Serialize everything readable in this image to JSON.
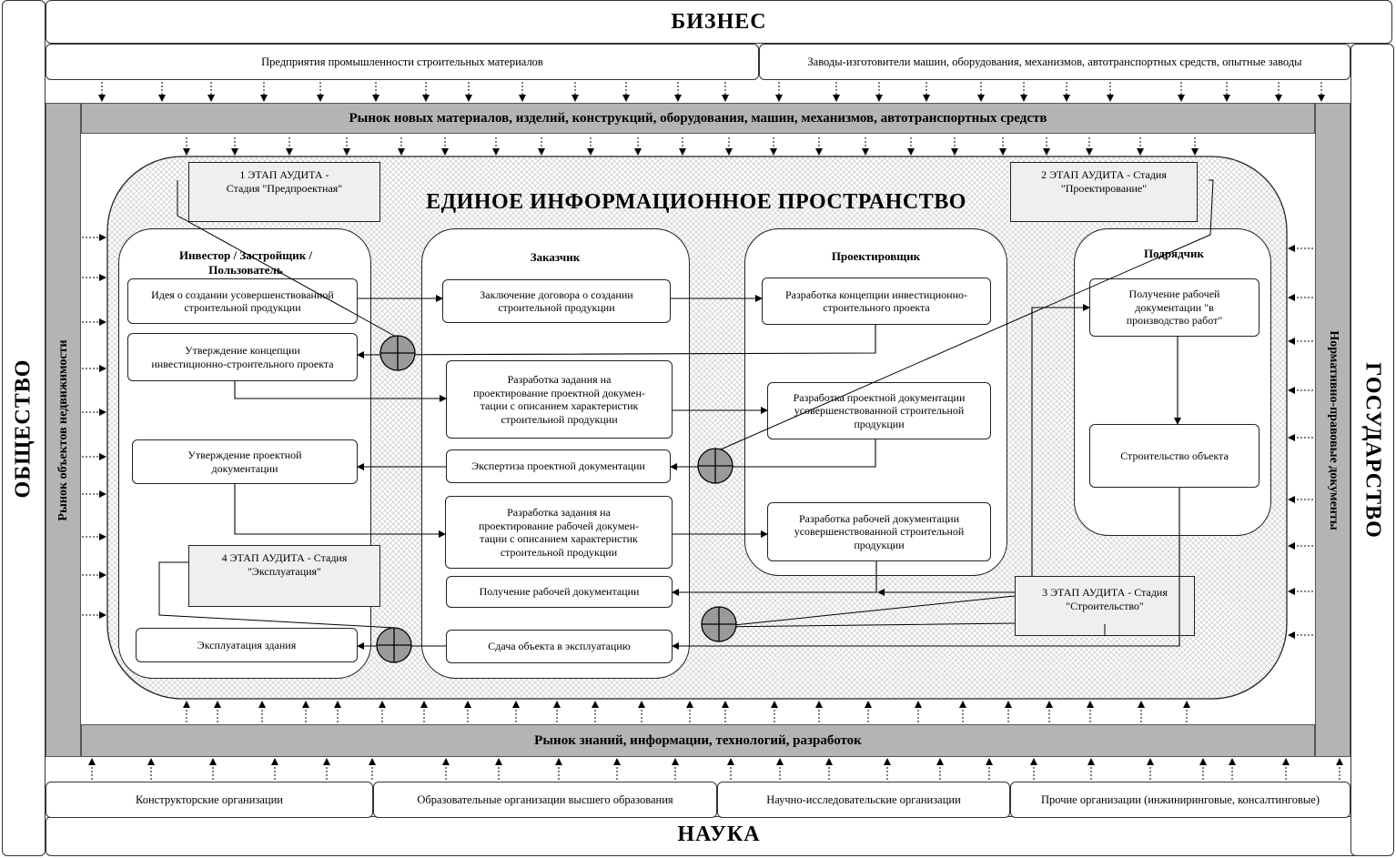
{
  "bands": {
    "top": "БИЗНЕС",
    "bottom": "НАУКА",
    "left": "ОБЩЕСТВО",
    "right": "ГОСУДАРСТВО"
  },
  "organizations": {
    "top_left": "Предприятия промышленности строительных материалов",
    "top_right": "Заводы-изготовители машин, оборудования, механизмов, автотранспортных средств, опытные заводы",
    "bottom": [
      "Конструкторские организации",
      "Образовательные организации высшего образования",
      "Научно-исследовательские организации",
      "Прочие организации (инжиниринговые, консалтинговые)"
    ]
  },
  "markets": {
    "top": "Рынок новых материалов, изделий, конструкций, оборудования, машин, механизмов, автотранспортных средств",
    "bottom": "Рынок знаний, информации, технологий, разработок",
    "left": "Рынок объектов недвижимости",
    "right": "Нормативно-правовые документы"
  },
  "space_title": "ЕДИНОЕ ИНФОРМАЦИОННОЕ ПРОСТРАНСТВО",
  "stages": {
    "s1": "1 ЭТАП АУДИТА -\nСтадия \"Предпроектная\"",
    "s2": "2 ЭТАП АУДИТА - Стадия\n\"Проектирование\"",
    "s3": "3 ЭТАП АУДИТА - Стадия\n\"Строительство\"",
    "s4": "4 ЭТАП АУДИТА - Стадия\n\"Эксплуатация\""
  },
  "columns": {
    "investor": "Инвестор / Застройщик /\nПользователь",
    "customer": "Заказчик",
    "designer": "Проектировщик",
    "contractor": "Подрядчик"
  },
  "boxes": {
    "inv_idea": "Идея о создании усовершенствованной\nстроительной продукции",
    "inv_approve_concept": "Утверждение концепции\nинвестиционно-строительного проекта",
    "inv_approve_docs": "Утверждение проектной\nдокументации",
    "inv_operation": "Эксплуатация здания",
    "cus_contract": "Заключение договора о создании\nстроительной продукции",
    "cus_task_design": "Разработка задания на\nпроектирование проектной докумен-\nтации с описанием характеристик\nстроительной продукции",
    "cus_expertise": "Экспертиза проектной документации",
    "cus_task_work": "Разработка задания на\nпроектирование рабочей докумен-\nтации с описанием характеристик\nстроительной продукции",
    "cus_receive_work": "Получение рабочей документации",
    "cus_handover": "Сдача объекта в эксплуатацию",
    "des_concept": "Разработка концепции инвестиционно-\nстроительного проекта",
    "des_project_docs": "Разработка проектной документации\nусовершенствованной строительной\nпродукции",
    "des_work_docs": "Разработка рабочей документации\nусовершенствованной строительной\nпродукции",
    "con_receive": "Получение рабочей\nдокументации  \"в\nпроизводство работ\"",
    "con_build": "Строительство объекта"
  },
  "colors": {
    "band_gray": "#b4b4b4",
    "stage_fill": "#efefef",
    "hatch": "#c9c9c9",
    "junction": "#9a9a9a"
  }
}
